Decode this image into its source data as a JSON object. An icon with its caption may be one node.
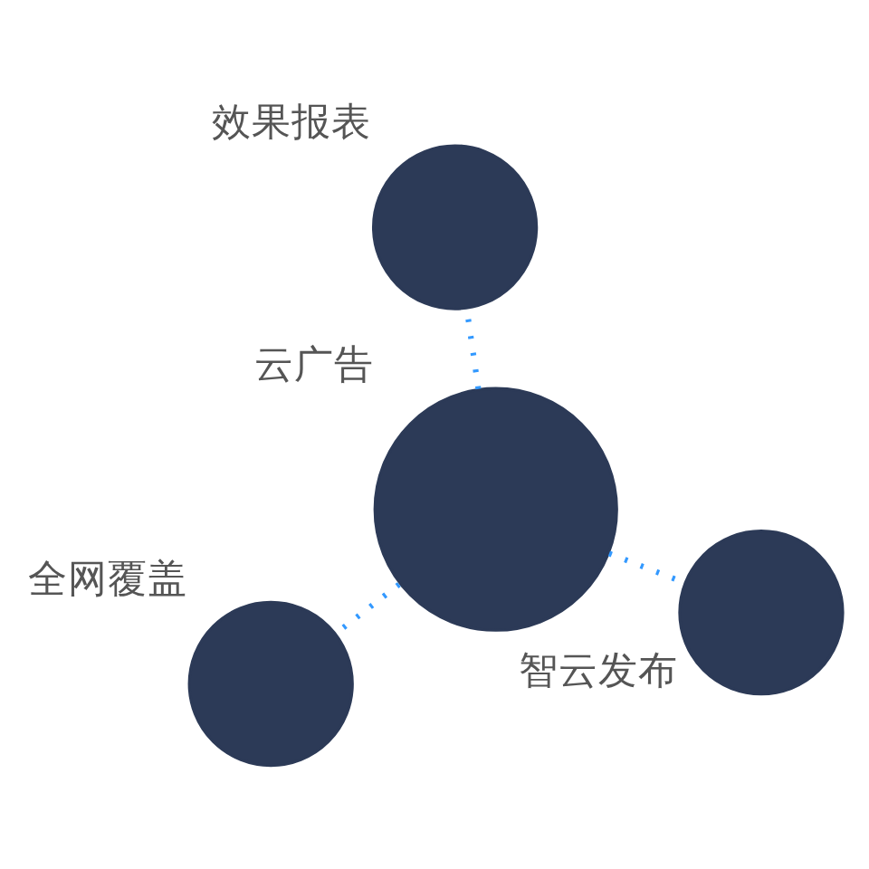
{
  "diagram": {
    "nodes": [
      {
        "text": [
          "全网覆盖"
        ]
      },
      {
        "text": [
          "智云发布"
        ]
      },
      {
        "text": [
          "云广告"
        ]
      },
      {
        "text": [
          "效果报表"
        ]
      }
    ],
    "edges": [
      {
        "from": 2,
        "to": 0,
        "arrow": "none"
      },
      {
        "from": 2,
        "to": 1,
        "arrow": "none"
      },
      {
        "from": 2,
        "to": 3,
        "arrow": "none"
      }
    ]
  }
}
